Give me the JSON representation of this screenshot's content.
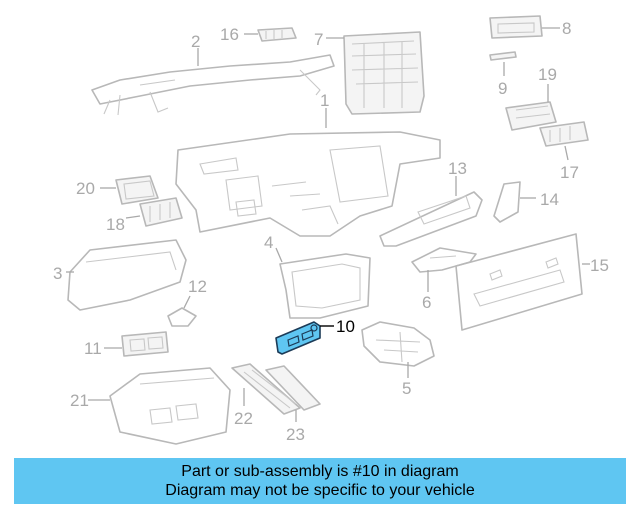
{
  "diagram": {
    "callouts": [
      "1",
      "2",
      "3",
      "4",
      "5",
      "6",
      "7",
      "8",
      "9",
      "10",
      "11",
      "12",
      "13",
      "14",
      "15",
      "16",
      "17",
      "18",
      "19",
      "20",
      "21",
      "22",
      "23"
    ],
    "highlighted_part": "10",
    "colors": {
      "highlight": "#5fc6f2",
      "outline": "#b8b8b8",
      "callout_text": "#a9a9a9",
      "highlight_outline": "#1c3b57"
    }
  },
  "banner": {
    "line1": "Part or sub-assembly is #10 in diagram",
    "line2": "Diagram may not be specific to your vehicle"
  }
}
